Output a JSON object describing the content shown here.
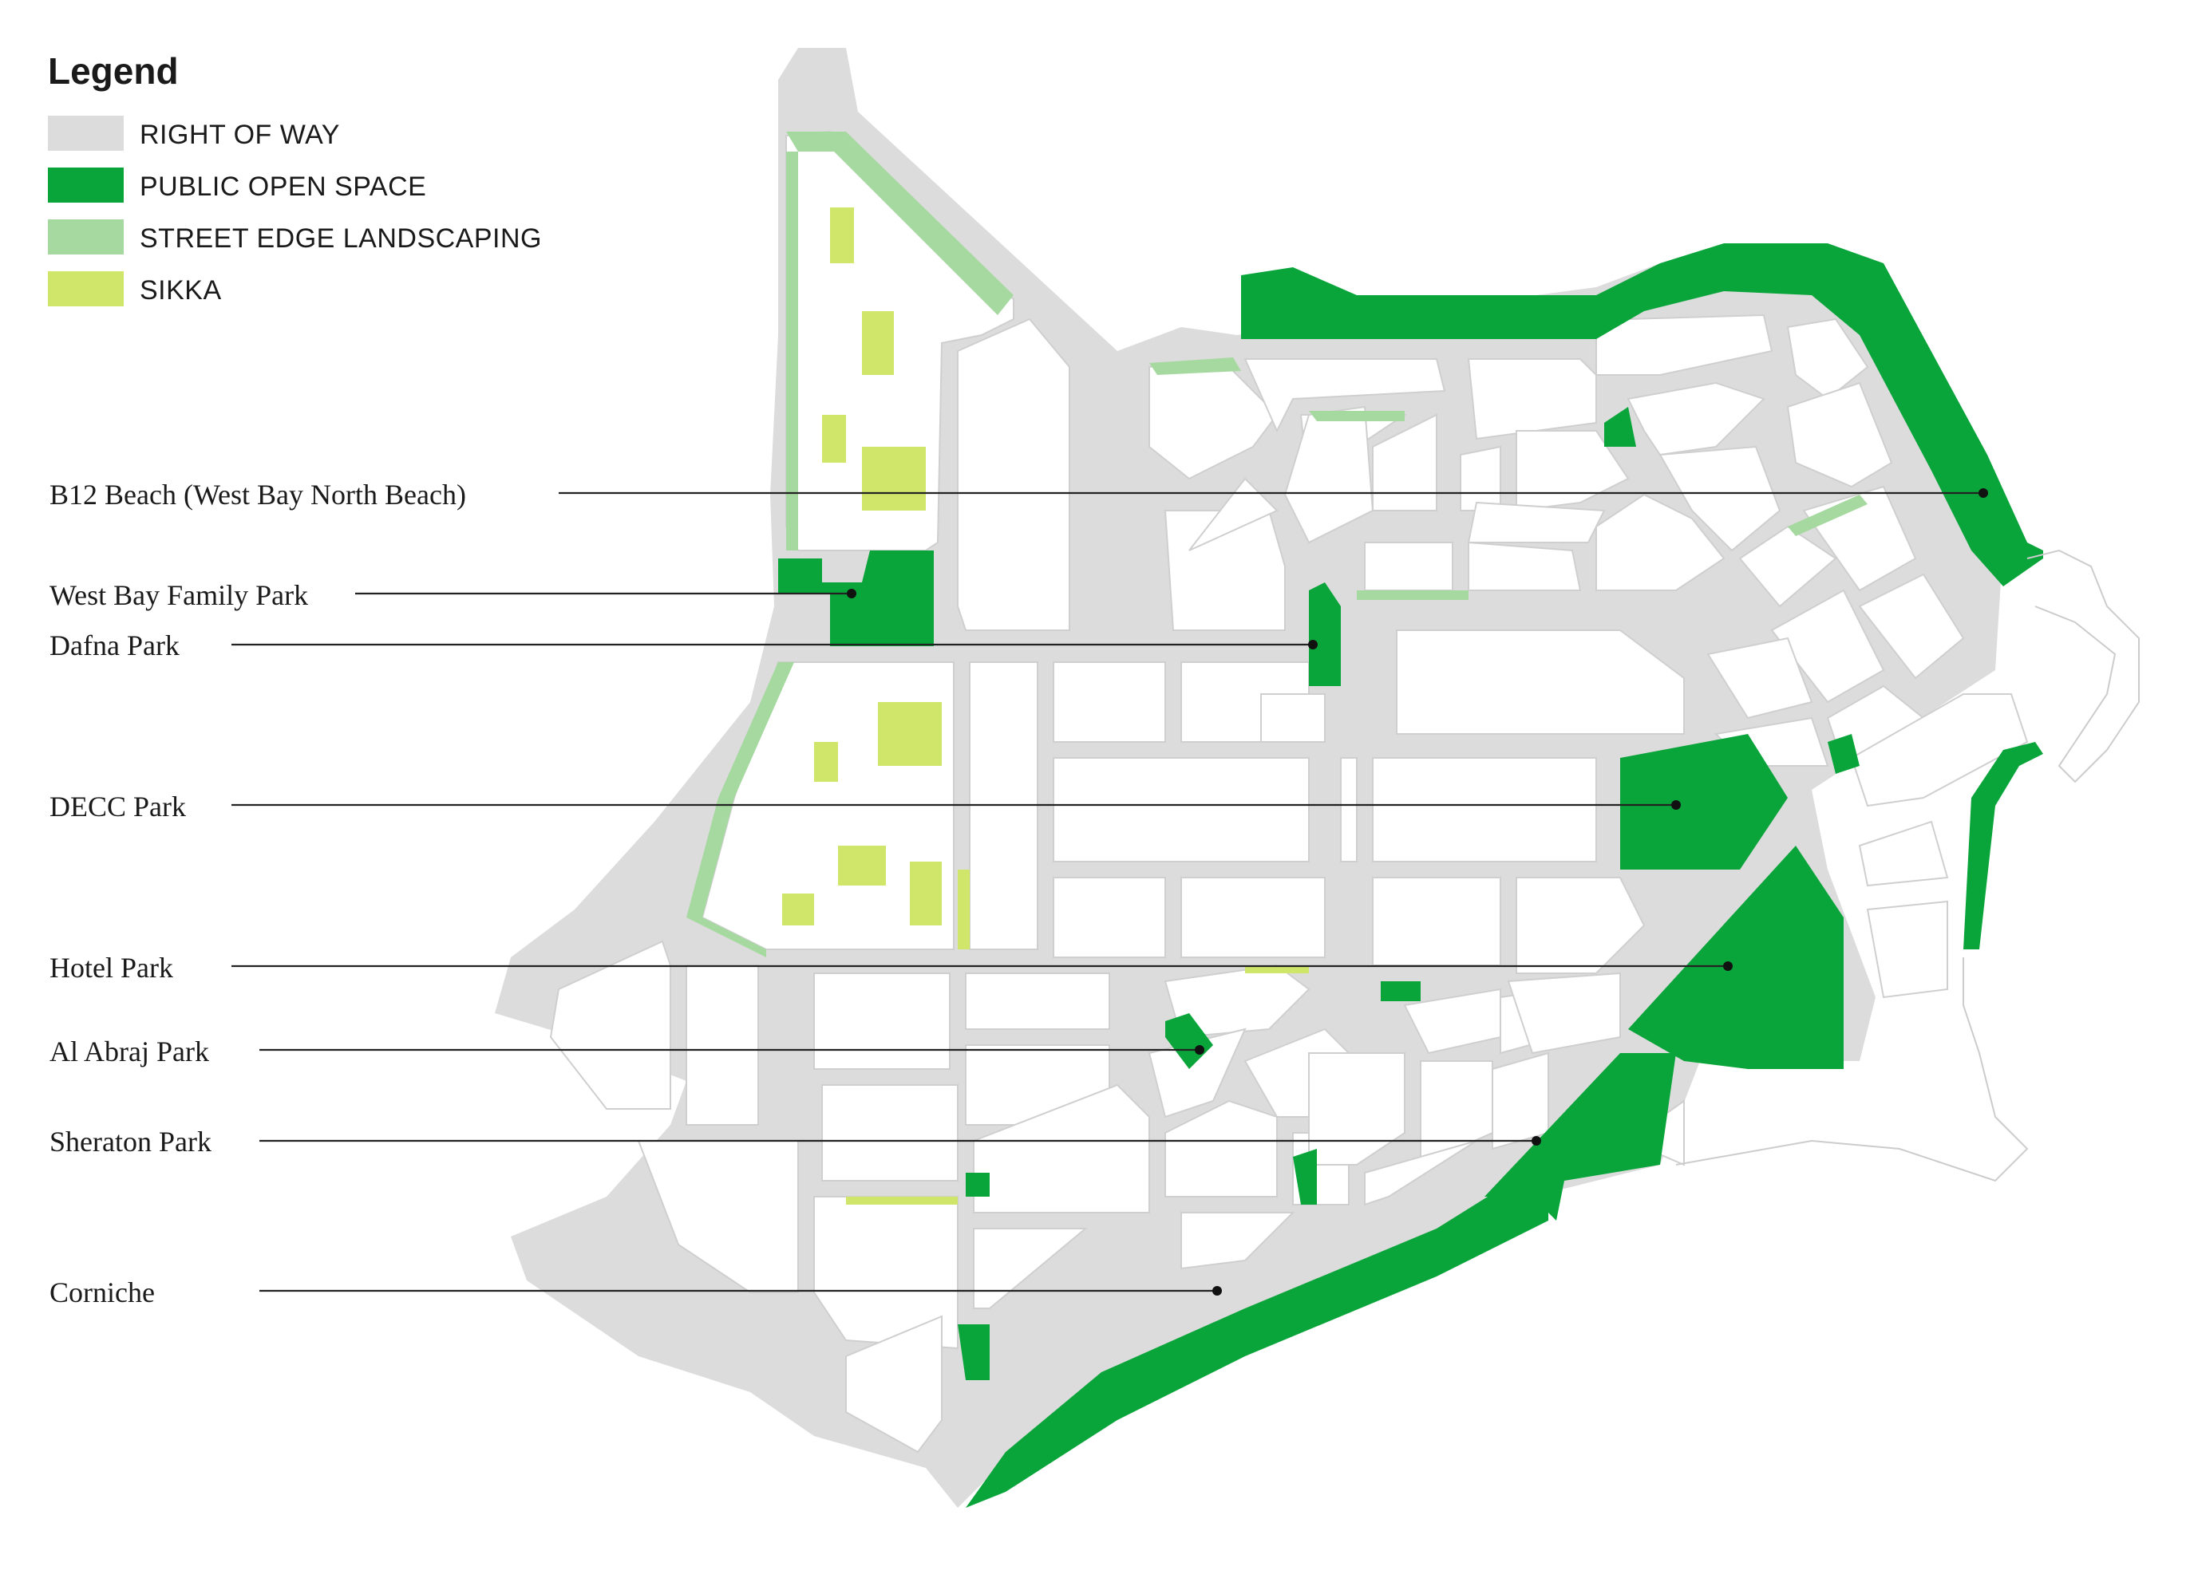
{
  "colors": {
    "right_of_way": "#dcdcdc",
    "public_open_space": "#0aa53a",
    "street_edge_landscaping": "#a6d9a0",
    "sikka": "#cfe66a",
    "block_fill": "#ffffff",
    "block_line": "#cfcfcf",
    "leader_line": "#222222"
  },
  "legend": {
    "title": "Legend",
    "items": [
      {
        "label": "RIGHT OF WAY",
        "color": "#dcdcdc"
      },
      {
        "label": "PUBLIC OPEN SPACE",
        "color": "#0aa53a"
      },
      {
        "label": "STREET EDGE LANDSCAPING",
        "color": "#a6d9a0"
      },
      {
        "label": "SIKKA",
        "color": "#cfe66a"
      }
    ]
  },
  "parks": [
    {
      "label": "B12 Beach (West Bay North Beach)"
    },
    {
      "label": "West Bay Family Park"
    },
    {
      "label": "Dafna Park"
    },
    {
      "label": "DECC Park"
    },
    {
      "label": "Hotel Park"
    },
    {
      "label": "Al Abraj Park"
    },
    {
      "label": "Sheraton Park"
    },
    {
      "label": "Corniche"
    }
  ]
}
